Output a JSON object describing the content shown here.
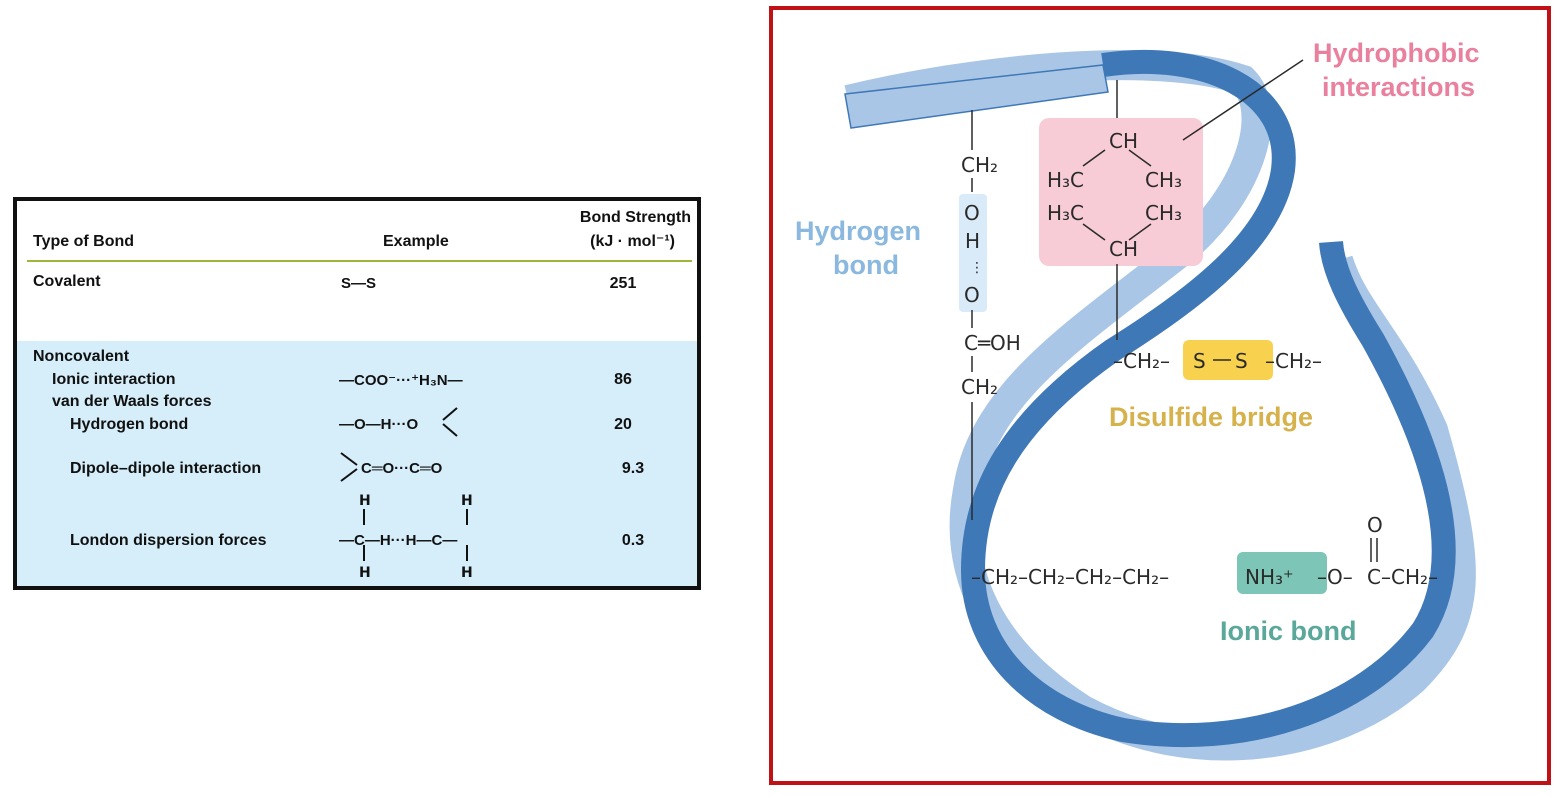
{
  "table": {
    "headers": {
      "type": "Type of Bond",
      "example": "Example",
      "strength_line1": "Bond Strength",
      "strength_line2": "(kJ · mol⁻¹)"
    },
    "rows": [
      {
        "label": "Covalent",
        "example": "S—S",
        "value": "251"
      },
      {
        "label": "Noncovalent",
        "example": "",
        "value": ""
      },
      {
        "label": "Ionic interaction",
        "example": "—COO⁻···⁺H₃N—",
        "value": "86"
      },
      {
        "label": "van der Waals forces",
        "example": "",
        "value": ""
      },
      {
        "label": "Hydrogen bond",
        "example": "—O—H···O",
        "value": "20"
      },
      {
        "label": "Dipole–dipole interaction",
        "example": "C═O···C═O",
        "value": "9.3"
      },
      {
        "label": "London dispersion forces",
        "example": "—C—H···H—C—",
        "value": "0.3"
      }
    ],
    "colors": {
      "noncovalent_bg": "#d6eefa",
      "rule": "#9bb83a",
      "border": "#111111"
    }
  },
  "diagram": {
    "labels": {
      "hydrophobic_line1": "Hydrophobic",
      "hydrophobic_line2": "interactions",
      "hydrogen_line1": "Hydrogen",
      "hydrogen_line2": "bond",
      "disulfide": "Disulfide bridge",
      "ionic": "Ionic bond"
    },
    "chem": {
      "ch2_top": "CH₂",
      "o1": "O",
      "h": "H",
      "o2": "O",
      "cooh": "C═OH",
      "ch2_bottom": "CH₂",
      "ring_top": "CH",
      "ring_h3c_1": "H₃C",
      "ring_ch3_1": "CH₃",
      "ring_h3c_2": "H₃C",
      "ring_ch3_2": "CH₃",
      "ring_bottom": "CH",
      "disulfide_chain_left": "–CH₂–",
      "disulfide_s1": "S",
      "disulfide_s2": "S",
      "disulfide_chain_right": "–CH₂–",
      "ionic_chain": "–CH₂–CH₂–CH₂–CH₂–",
      "ionic_nh3": "NH₃⁺",
      "ionic_o": "–O–",
      "ionic_c": "C",
      "ionic_tail": "–CH₂–",
      "ionic_carbonyl_o": "O"
    },
    "colors": {
      "frame": "#c01117",
      "ribbon_dark": "#3f78b6",
      "ribbon_light": "#a9c6e6",
      "hydrophobic": "#e9809e",
      "hydrophobic_box": "#f7ccd6",
      "hydrogen": "#8ab8de",
      "hydrogen_box": "#d9ebf8",
      "disulfide": "#d6b24d",
      "disulfide_box": "#f8d24f",
      "ionic": "#5aa89a",
      "ionic_box": "#7cc5b7"
    }
  }
}
